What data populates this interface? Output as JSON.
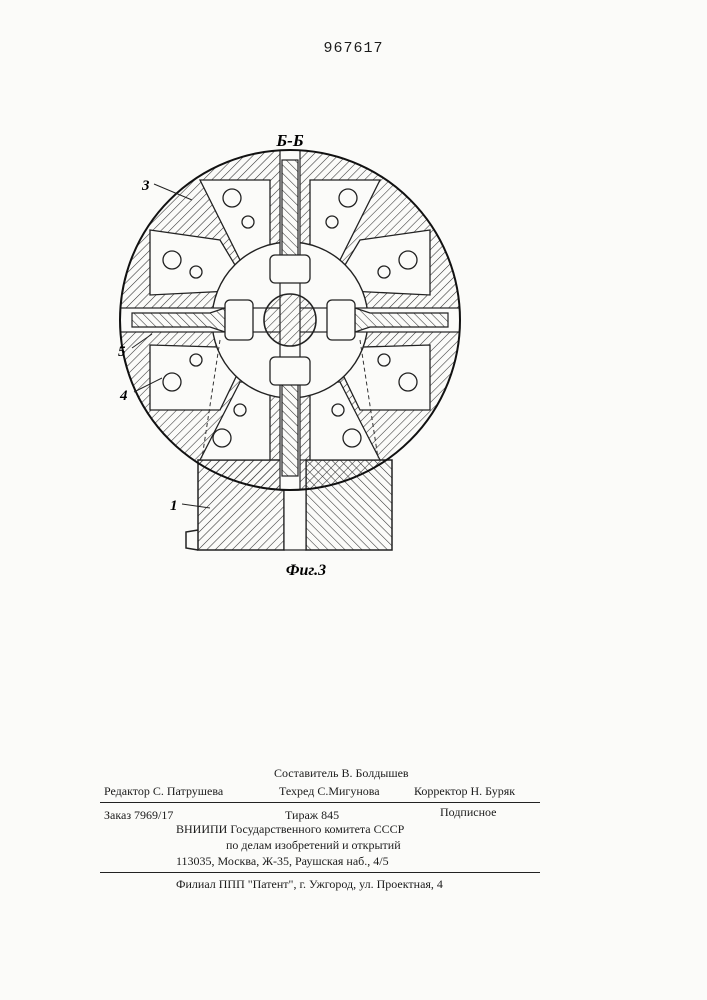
{
  "patent_number": "967617",
  "figure": {
    "section_label": "Б-Б",
    "caption": "Фиг.3",
    "callouts": [
      "3",
      "5",
      "4",
      "1"
    ]
  },
  "footer": {
    "compiler": "Составитель В. Болдышев",
    "editor": "Редактор С. Патрушева",
    "techred": "Техред С.Мигунова",
    "corrector": "Корректор Н. Буряк",
    "order": "Заказ 7969/17",
    "circulation": "Тираж 845",
    "subscription": "Подписное",
    "org_line1": "ВНИИПИ Государственного комитета СССР",
    "org_line2": "по делам изобретений и открытий",
    "address": "113035, Москва, Ж-35, Раушская наб., 4/5",
    "branch": "Филиал ППП \"Патент\", г. Ужгород, ул. Проектная, 4"
  }
}
